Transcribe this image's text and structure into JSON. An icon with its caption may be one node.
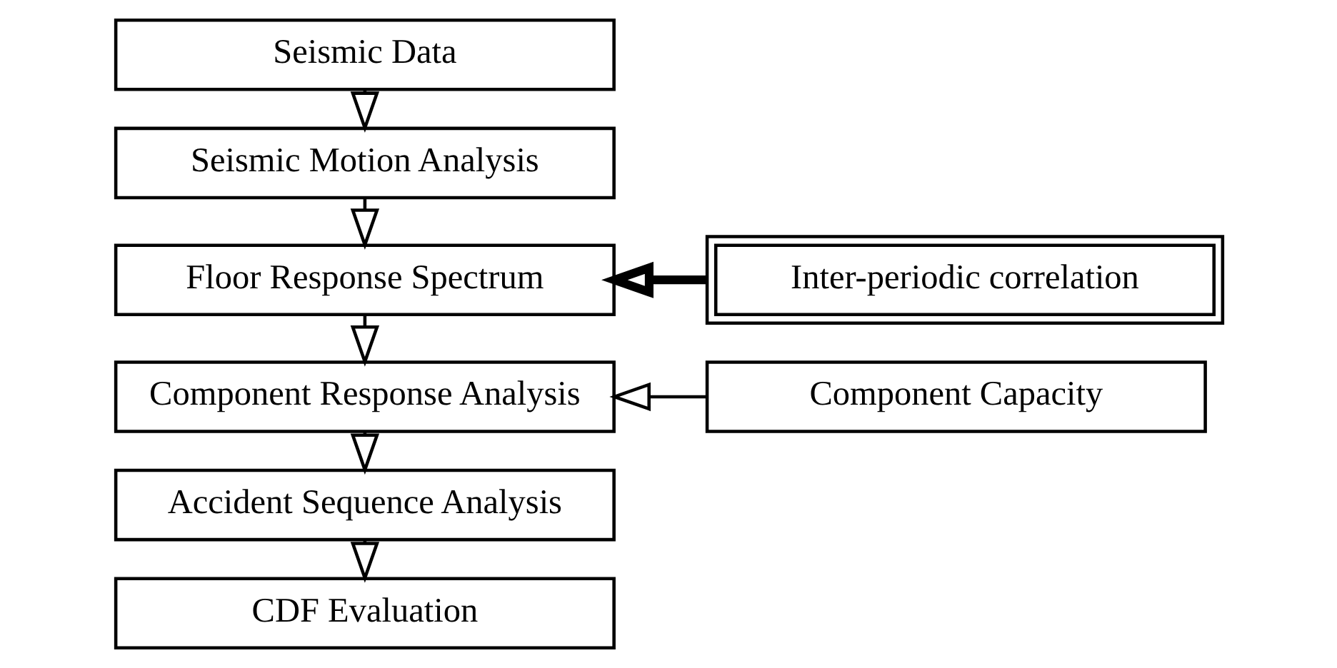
{
  "diagram": {
    "nodes": [
      {
        "text": [
          "Seismic Data"
        ]
      },
      {
        "text": [
          "Seismic Motion Analysis"
        ]
      },
      {
        "text": [
          "Floor Response Spectrum"
        ]
      },
      {
        "text": [
          "Component Response Analysis"
        ]
      },
      {
        "text": [
          "Accident Sequence Analysis"
        ]
      },
      {
        "text": [
          "CDF Evaluation"
        ]
      },
      {
        "text": [
          "Inter-periodic correlation"
        ]
      },
      {
        "text": [
          "Component Capacity"
        ]
      }
    ],
    "edges": [
      {
        "from": 0,
        "to": 1,
        "arrow": "to"
      },
      {
        "from": 1,
        "to": 2,
        "arrow": "to"
      },
      {
        "from": 2,
        "to": 3,
        "arrow": "to"
      },
      {
        "from": 3,
        "to": 4,
        "arrow": "to"
      },
      {
        "from": 4,
        "to": 5,
        "arrow": "to"
      },
      {
        "from": 6,
        "to": 2,
        "arrow": "to",
        "style": "thick"
      },
      {
        "from": 7,
        "to": 3,
        "arrow": "to"
      }
    ]
  }
}
